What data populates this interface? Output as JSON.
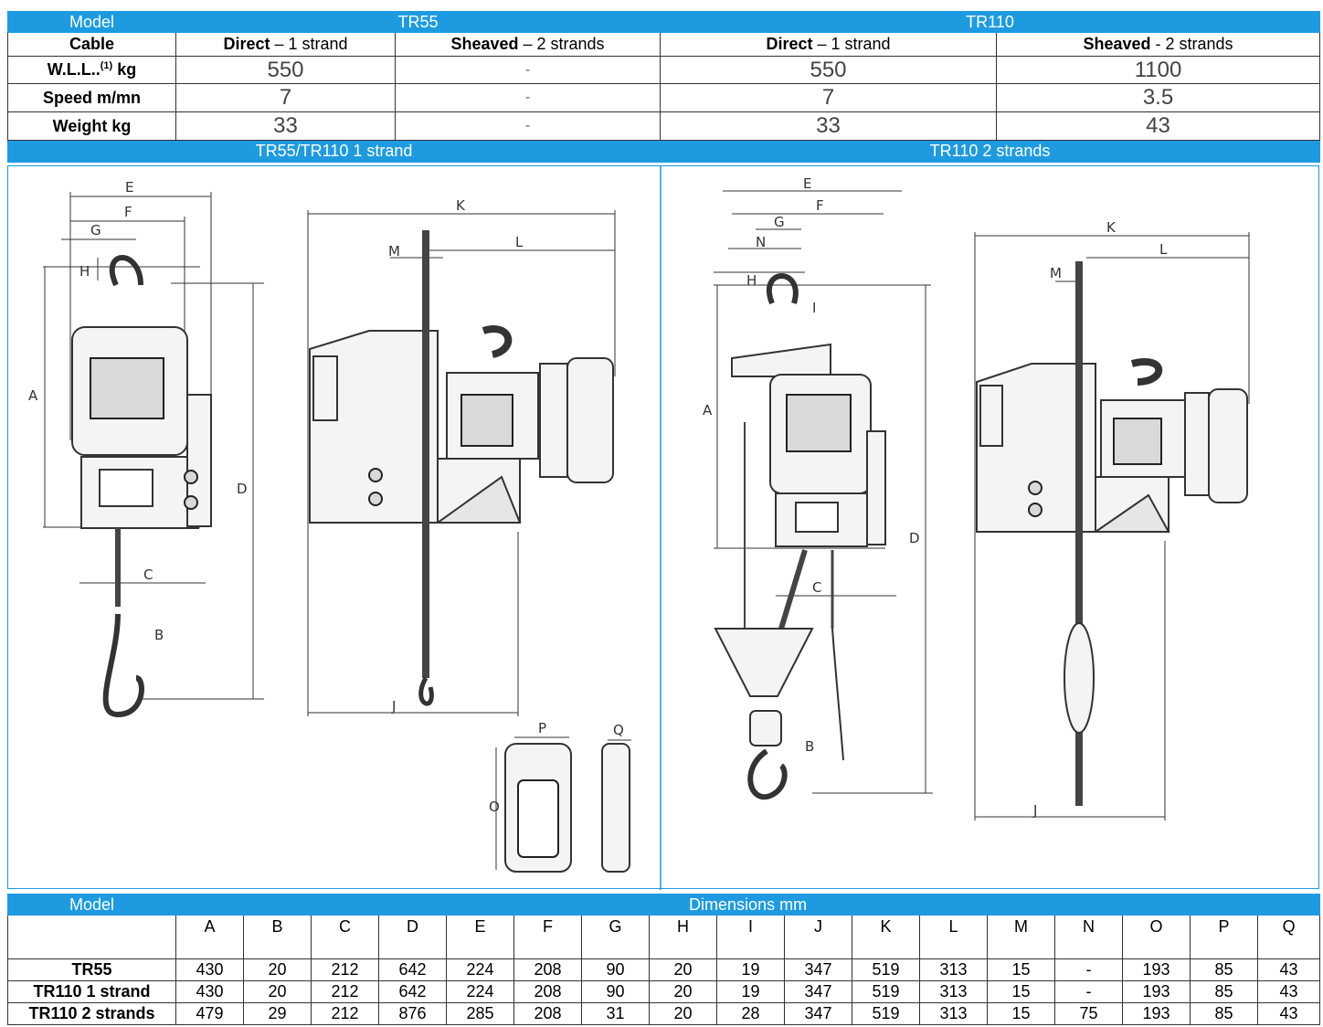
{
  "spec": {
    "model_label": "Model",
    "tr55": "TR55",
    "tr110": "TR110",
    "cable_label": "Cable",
    "cable_cols": [
      {
        "bold": "Direct",
        "rest": " – 1 strand"
      },
      {
        "bold": "Sheaved",
        "rest": " – 2 strands"
      },
      {
        "bold": "Direct",
        "rest": " – 1 strand"
      },
      {
        "bold": "Sheaved",
        "rest": " - 2 strands"
      }
    ],
    "wll_label": "W.L.L..",
    "wll_sup": "(1)",
    "wll_unit": " kg",
    "speed_label": "Speed m/mn",
    "weight_label": "Weight kg",
    "wll": [
      "550",
      "-",
      "550",
      "1100"
    ],
    "speed": [
      "7",
      "-",
      "7",
      "3.5"
    ],
    "weight": [
      "33",
      "-",
      "33",
      "43"
    ]
  },
  "drawings": {
    "left_title": "TR55/TR110 1 strand",
    "right_title": "TR110 2 strands",
    "letters": {
      "A": "A",
      "B": "B",
      "C": "C",
      "D": "D",
      "E": "E",
      "F": "F",
      "G": "G",
      "H": "H",
      "I": "I",
      "J": "J",
      "K": "K",
      "L": "L",
      "M": "M",
      "N": "N",
      "O": "O",
      "P": "P",
      "Q": "Q"
    }
  },
  "dims": {
    "model_label": "Model",
    "title": "Dimensions mm",
    "columns": [
      "A",
      "B",
      "C",
      "D",
      "E",
      "F",
      "G",
      "H",
      "I",
      "J",
      "K",
      "L",
      "M",
      "N",
      "O",
      "P",
      "Q"
    ],
    "rows": [
      {
        "name": "TR55",
        "values": [
          "430",
          "20",
          "212",
          "642",
          "224",
          "208",
          "90",
          "20",
          "19",
          "347",
          "519",
          "313",
          "15",
          "-",
          "193",
          "85",
          "43"
        ]
      },
      {
        "name": "TR110 1 strand",
        "values": [
          "430",
          "20",
          "212",
          "642",
          "224",
          "208",
          "90",
          "20",
          "19",
          "347",
          "519",
          "313",
          "15",
          "-",
          "193",
          "85",
          "43"
        ]
      },
      {
        "name": "TR110 2 strands",
        "values": [
          "479",
          "29",
          "212",
          "876",
          "285",
          "208",
          "31",
          "20",
          "28",
          "347",
          "519",
          "313",
          "15",
          "75",
          "193",
          "85",
          "43"
        ]
      }
    ]
  },
  "colors": {
    "header_blue": "#1e9be0"
  }
}
